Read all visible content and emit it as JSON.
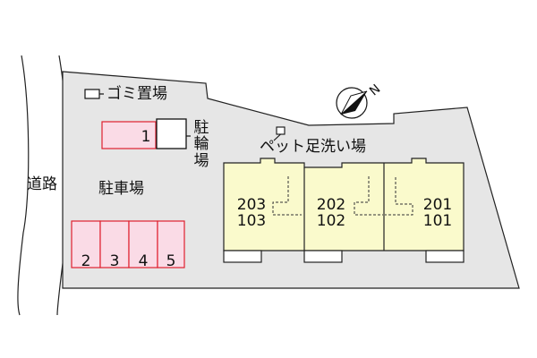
{
  "road_label": "道路",
  "garbage_label": "ゴミ置場",
  "parking_label": "駐車場",
  "bicycle_label": "駐輪場",
  "pet_wash_label": "ペット足洗い場",
  "compass_label": "N",
  "parking_slots": [
    "1",
    "2",
    "3",
    "4",
    "5"
  ],
  "units": [
    {
      "upper": "203",
      "lower": "103"
    },
    {
      "upper": "202",
      "lower": "102"
    },
    {
      "upper": "201",
      "lower": "101"
    }
  ],
  "colors": {
    "site_fill": "#e6e6e6",
    "parking_fill": "#fadbe6",
    "parking_stroke": "#e0202e",
    "building_fill": "#fafacc"
  }
}
